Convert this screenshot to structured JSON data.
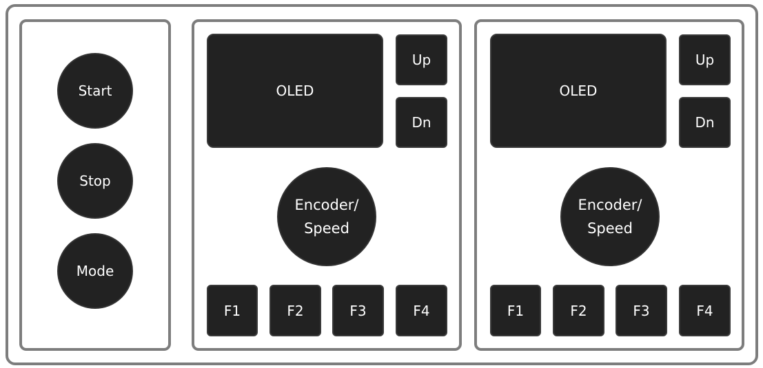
{
  "transport": {
    "buttons": [
      "Start",
      "Stop",
      "Mode"
    ]
  },
  "throttles": [
    {
      "display": "OLED",
      "up": "Up",
      "down": "Dn",
      "encoder": [
        "Encoder/",
        "Speed"
      ],
      "functions": [
        "F1",
        "F2",
        "F3",
        "F4"
      ]
    },
    {
      "display": "OLED",
      "up": "Up",
      "down": "Dn",
      "encoder": [
        "Encoder/",
        "Speed"
      ],
      "functions": [
        "F1",
        "F2",
        "F3",
        "F4"
      ]
    }
  ],
  "colors": {
    "outline": "#7d7d7d",
    "control": "#222222",
    "label": "#ffffff"
  }
}
